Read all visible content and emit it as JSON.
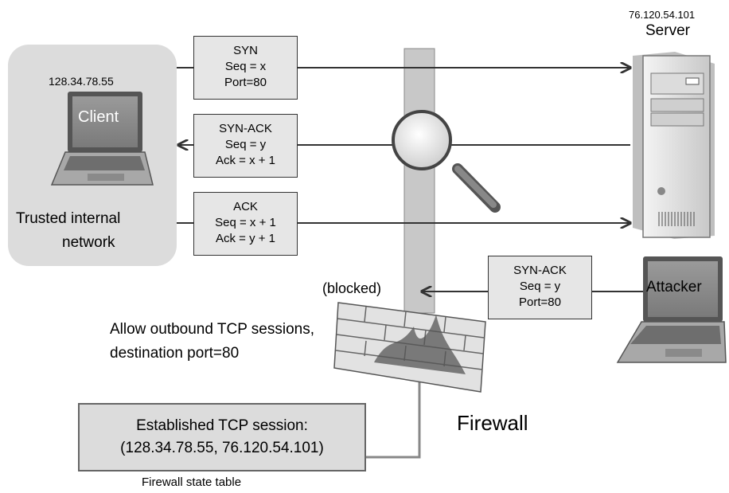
{
  "server": {
    "ip": "76.120.54.101",
    "label": "Server"
  },
  "client": {
    "ip": "128.34.78.55",
    "label": "Client",
    "network_label_1": "Trusted internal",
    "network_label_2": "network"
  },
  "packets": {
    "syn": {
      "line1": "SYN",
      "line2": "Seq = x",
      "line3": "Port=80"
    },
    "synack": {
      "line1": "SYN-ACK",
      "line2": "Seq = y",
      "line3": "Ack = x + 1"
    },
    "ack": {
      "line1": "ACK",
      "line2": "Seq = x + 1",
      "line3": "Ack = y + 1"
    },
    "attack": {
      "line1": "SYN-ACK",
      "line2": "Seq = y",
      "line3": "Port=80"
    }
  },
  "attacker": {
    "label": "Attacker"
  },
  "blocked_label": "(blocked)",
  "rule": {
    "line1": "Allow outbound TCP sessions,",
    "line2": "destination port=80"
  },
  "firewall_label": "Firewall",
  "state_table": {
    "line1": "Established TCP session:",
    "line2": "(128.34.78.55, 76.120.54.101)",
    "caption": "Firewall state table"
  },
  "colors": {
    "box_fill": "#e6e6e6",
    "network_fill": "#dcdcdc",
    "pipe_fill": "#c8c8c8"
  }
}
